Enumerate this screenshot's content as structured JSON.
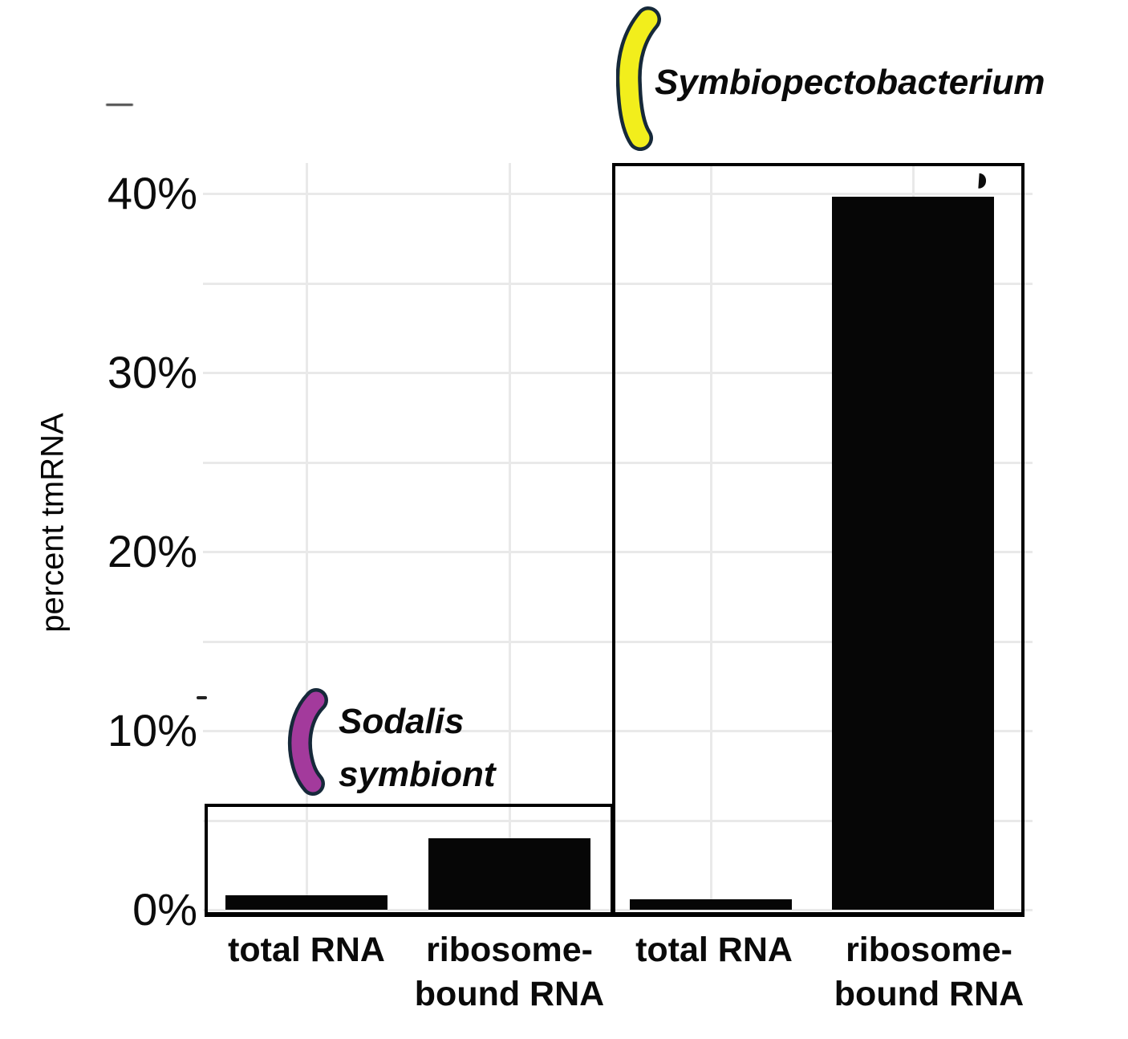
{
  "figure": {
    "type_note": "bar chart, no title"
  },
  "colors": {
    "bar": "#060606",
    "gridline": "#e9e9e9",
    "box_border": "#000000",
    "text": "#0a0a0a",
    "sodalis_fill": "#A33A9C",
    "symbiopectobacterium_fill": "#F2EE1C",
    "icon_outline": "#16293A"
  },
  "icons": [
    {
      "name": "sodalis-bacterium-icon",
      "shape": "curved-rod",
      "fill": "#A33A9C"
    },
    {
      "name": "symbiopectobacterium-bacterium-icon",
      "shape": "curved-rod",
      "fill": "#F2EE1C"
    }
  ],
  "chart_data": {
    "type": "bar",
    "title": "",
    "xlabel": "",
    "ylabel": "percent tmRNA",
    "ylim": [
      0,
      41.7
    ],
    "grid": "on",
    "gridline_step_percent": 5,
    "yticks": [
      {
        "label": "0%",
        "value": 0
      },
      {
        "label": "10%",
        "value": 10
      },
      {
        "label": "20%",
        "value": 20
      },
      {
        "label": "30%",
        "value": 30
      },
      {
        "label": "40%",
        "value": 40
      }
    ],
    "categories": [
      "total RNA",
      "ribosome-bound RNA",
      "total RNA",
      "ribosome-bound RNA"
    ],
    "values": [
      0.8,
      4.0,
      0.6,
      39.8
    ],
    "bars": [
      {
        "group": "Sodalis symbiont",
        "category": "total RNA",
        "label_lines": [
          "total RNA"
        ],
        "value": 0.8
      },
      {
        "group": "Sodalis symbiont",
        "category": "ribosome-bound RNA",
        "label_lines": [
          "ribosome-",
          "bound RNA"
        ],
        "value": 4.0
      },
      {
        "group": "Symbiopectobacterium",
        "category": "total RNA",
        "label_lines": [
          "total RNA"
        ],
        "value": 0.6
      },
      {
        "group": "Symbiopectobacterium",
        "category": "ribosome-bound RNA",
        "label_lines": [
          "ribosome-",
          "bound RNA"
        ],
        "value": 39.8
      }
    ],
    "groups": [
      {
        "name": "Sodalis symbiont",
        "label_lines": [
          "Sodalis",
          "symbiont"
        ],
        "box_top_percent": 5.9,
        "icon": "sodalis-bacterium-icon"
      },
      {
        "name": "Symbiopectobacterium",
        "label_lines": [
          "Symbiopectobacterium"
        ],
        "box_top_percent": 41.7,
        "icon": "symbiopectobacterium-bacterium-icon"
      }
    ],
    "legend": "none"
  }
}
